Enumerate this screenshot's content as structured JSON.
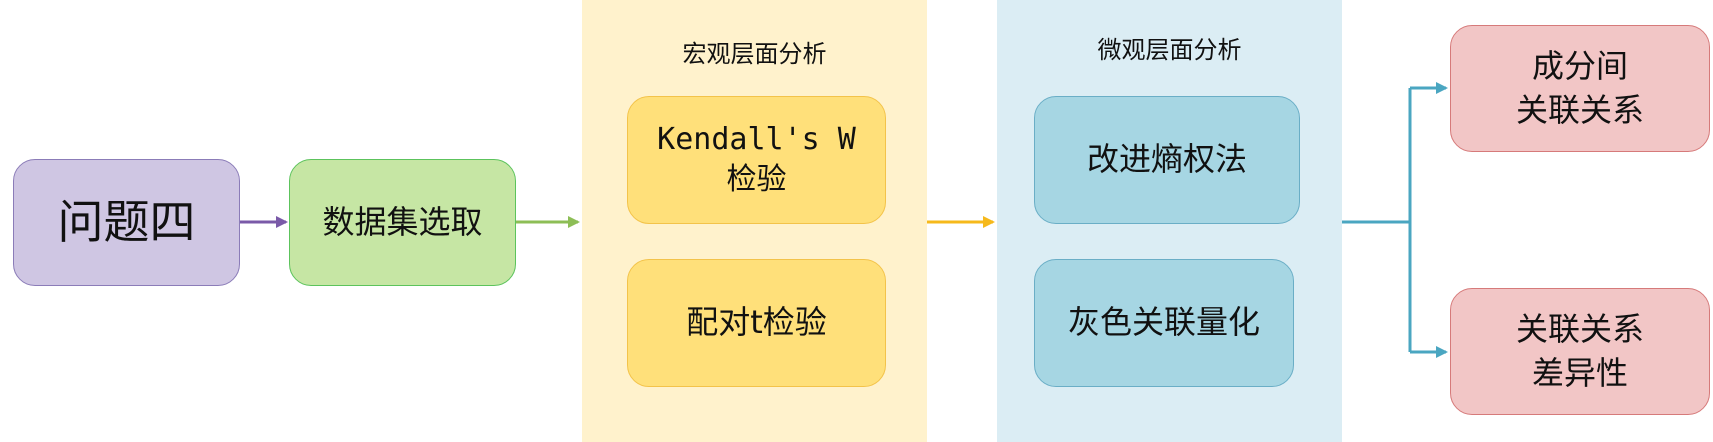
{
  "colors": {
    "purple_fill": "#cfc6e3",
    "purple_stroke": "#8b7cb8",
    "green_fill": "#c6e6a4",
    "green_stroke": "#5cc35c",
    "macro_panel": "#fff2cc",
    "macro_box": "#ffe07a",
    "macro_stroke": "#f3c34a",
    "micro_panel": "#dbedf4",
    "micro_box": "#a6d6e3",
    "micro_stroke": "#6aaec6",
    "red_fill": "#f2c6c6",
    "red_stroke": "#d67a7a",
    "arrow_purple": "#7a5aa8",
    "arrow_green": "#8dbe56",
    "arrow_yellow": "#f6b91b",
    "arrow_teal": "#4aa6c1"
  },
  "nodes": {
    "problem": "问题四",
    "dataset": "数据集选取",
    "macro": {
      "title": "宏观层面分析",
      "box1": "Kendall's W\n检验",
      "box2": "配对t检验"
    },
    "micro": {
      "title": "微观层面分析",
      "box1": "改进熵权法",
      "box2": "灰色关联量化"
    },
    "out1": "成分间\n关联关系",
    "out2": "关联关系\n差异性"
  }
}
